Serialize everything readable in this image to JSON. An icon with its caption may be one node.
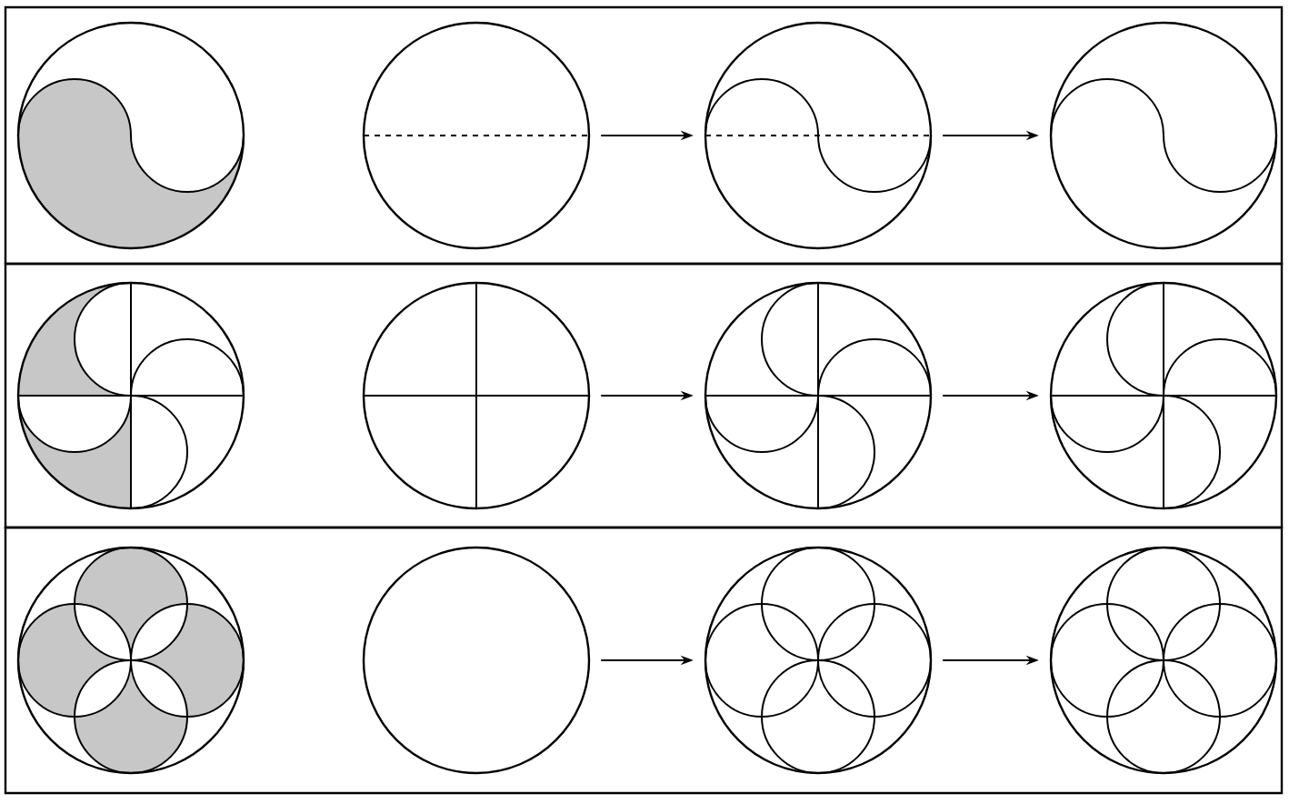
{
  "diagram": {
    "nodes": [
      {
        "text": [],
        "shape": "box"
      },
      {
        "text": [],
        "shape": "circle",
        "in": 0
      },
      {
        "text": [],
        "shape": "circle",
        "in": 0
      },
      {
        "text": [],
        "shape": "circle",
        "in": 0
      },
      {
        "text": [],
        "shape": "circle",
        "in": 0
      },
      {
        "text": [],
        "shape": "box"
      },
      {
        "text": [],
        "shape": "circle",
        "in": 5
      },
      {
        "text": [],
        "shape": "circle",
        "in": 5
      },
      {
        "text": [],
        "shape": "circle",
        "in": 5
      },
      {
        "text": [],
        "shape": "circle",
        "in": 5
      },
      {
        "text": [],
        "shape": "box"
      },
      {
        "text": [],
        "shape": "circle",
        "in": 10
      },
      {
        "text": [],
        "shape": "circle",
        "in": 10
      },
      {
        "text": [],
        "shape": "circle",
        "in": 10
      },
      {
        "text": [],
        "shape": "circle",
        "in": 10
      }
    ],
    "edges": [
      {
        "from": 2,
        "to": 3,
        "arrow": "to"
      },
      {
        "from": 3,
        "to": 4,
        "arrow": "to"
      },
      {
        "from": 7,
        "to": 8,
        "arrow": "to"
      },
      {
        "from": 8,
        "to": 9,
        "arrow": "to"
      },
      {
        "from": 12,
        "to": 13,
        "arrow": "to"
      },
      {
        "from": 13,
        "to": 14,
        "arrow": "to"
      }
    ]
  }
}
